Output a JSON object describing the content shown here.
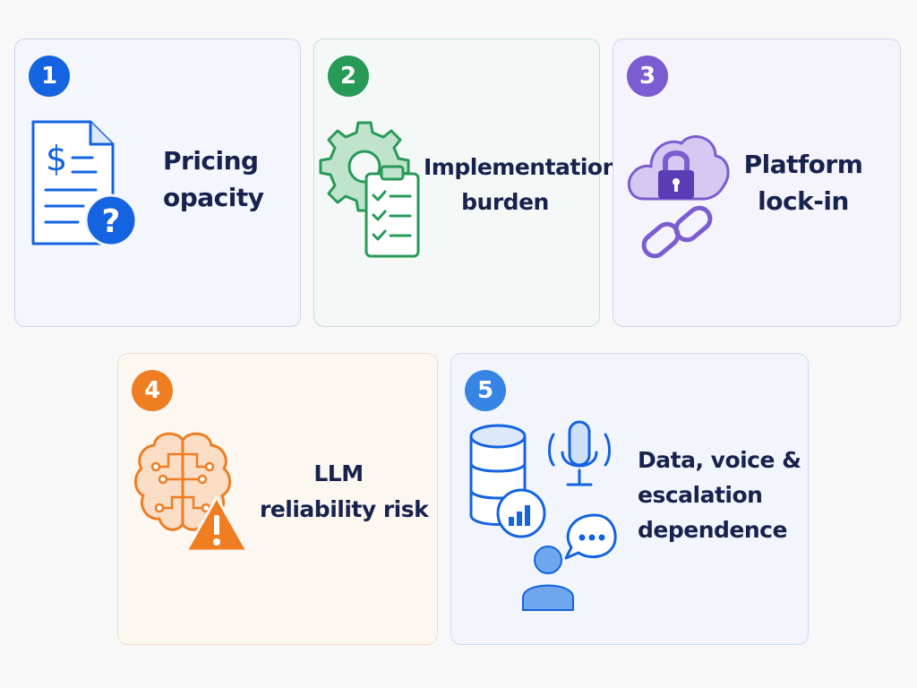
{
  "colors": {
    "blue": "#1463e0",
    "green": "#289a57",
    "purple": "#7b5cd1",
    "orange": "#ef7d22",
    "light_blue": "#3684e4",
    "text": "#17234e"
  },
  "cards": [
    {
      "number": "1",
      "title_line_1": "Pricing",
      "title_line_2": "opacity",
      "icon": "price-document-question-icon"
    },
    {
      "number": "2",
      "title_line_1": "Implementation",
      "title_line_2": "burden",
      "icon": "gear-checklist-icon"
    },
    {
      "number": "3",
      "title_line_1": "Platform",
      "title_line_2": "lock-in",
      "icon": "cloud-lock-chain-icon"
    },
    {
      "number": "4",
      "title_line_1": "LLM",
      "title_line_2": "reliability risk",
      "icon": "brain-warning-icon"
    },
    {
      "number": "5",
      "title_line_1": "Data, voice &",
      "title_line_2": "escalation",
      "title_line_3": "dependence",
      "icon": "data-voice-person-icon"
    }
  ]
}
